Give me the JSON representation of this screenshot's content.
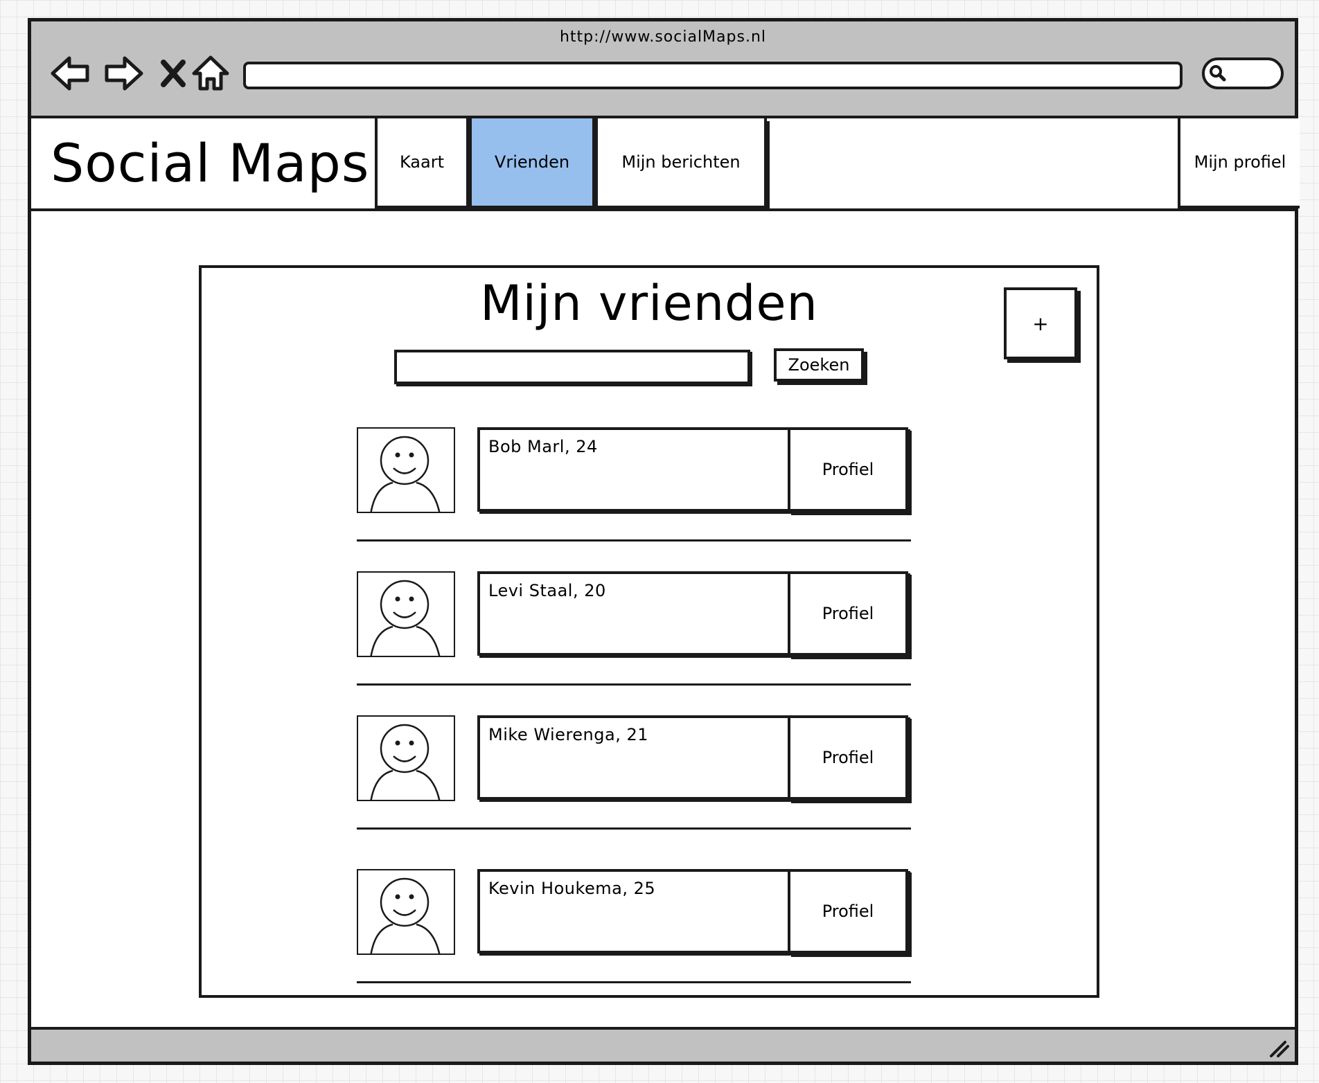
{
  "browser": {
    "url": "http://www.socialMaps.nl",
    "icons": [
      "back-arrow-icon",
      "forward-arrow-icon",
      "close-x-icon",
      "home-icon",
      "search-icon",
      "resize-grip-icon"
    ]
  },
  "app": {
    "title": "Social Maps",
    "tabs": [
      {
        "label": "Kaart",
        "active": false
      },
      {
        "label": "Vrienden",
        "active": true
      },
      {
        "label": "Mijn berichten",
        "active": false
      }
    ],
    "profile_tab": "Mijn profiel"
  },
  "panel": {
    "title": "Mijn vrienden",
    "add_label": "+",
    "search_value": "",
    "search_button": "Zoeken",
    "friends": [
      {
        "name": "Bob Marl, 24",
        "button": "Profiel"
      },
      {
        "name": "Levi Staal, 20",
        "button": "Profiel"
      },
      {
        "name": "Mike Wierenga, 21",
        "button": "Profiel"
      },
      {
        "name": "Kevin Houkema, 25",
        "button": "Profiel"
      }
    ]
  },
  "colors": {
    "active_tab": "#97bfee",
    "chrome": "#c1c1c1",
    "stroke": "#1a1a1a"
  }
}
